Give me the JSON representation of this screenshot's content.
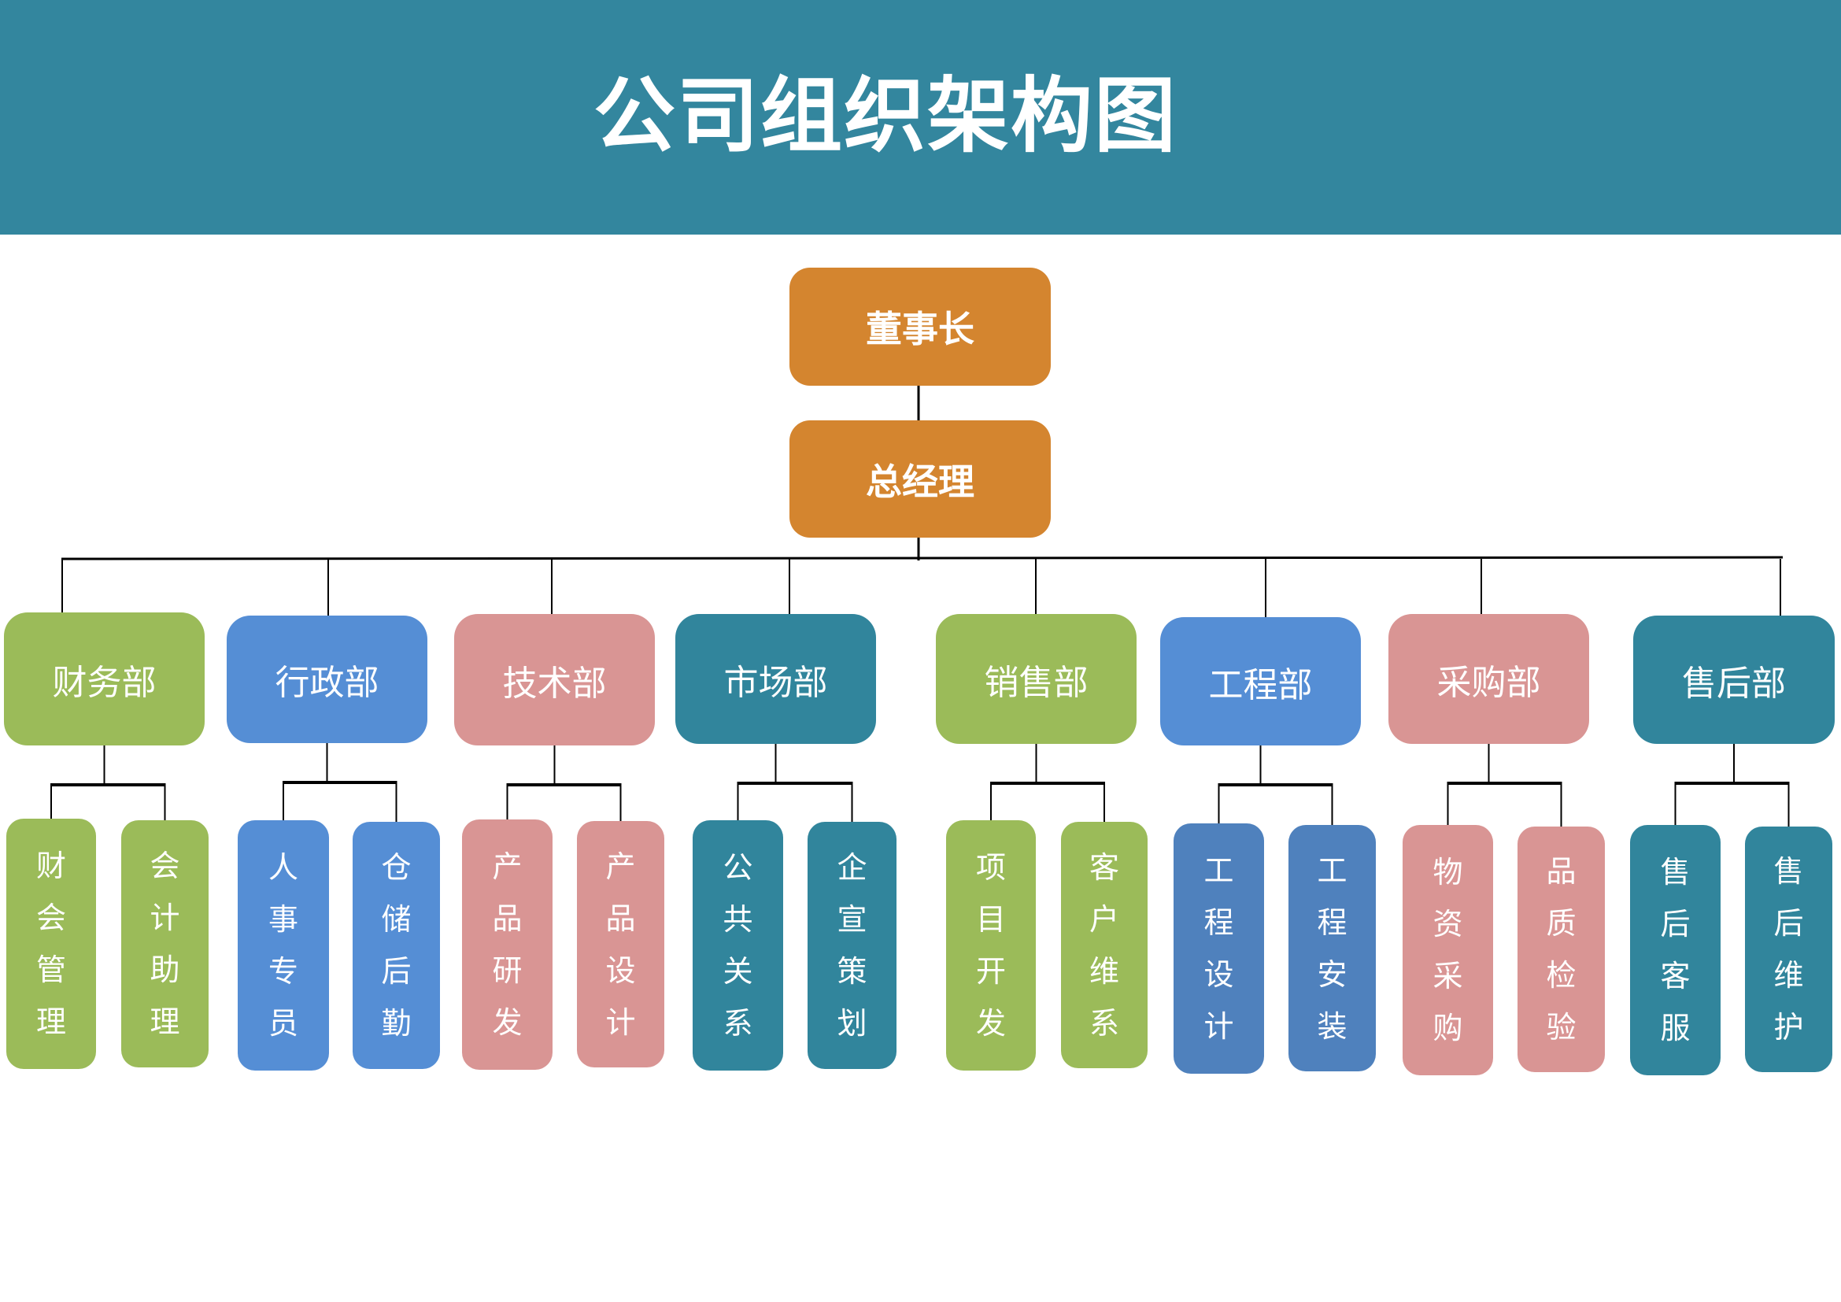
{
  "header": {
    "title": "公司组织架构图",
    "background": "#33869e"
  },
  "executives": [
    {
      "label": "董事长",
      "color": "#d4852f"
    },
    {
      "label": "总经理",
      "color": "#d4852f"
    }
  ],
  "departments": [
    {
      "label": "财务部",
      "color": "#9bbb59",
      "subs": [
        {
          "label": "财会管理"
        },
        {
          "label": "会计助理"
        }
      ]
    },
    {
      "label": "行政部",
      "color": "#558ed5",
      "subs": [
        {
          "label": "人事专员"
        },
        {
          "label": "仓储后勤"
        }
      ]
    },
    {
      "label": "技术部",
      "color": "#d99594",
      "subs": [
        {
          "label": "产品研发"
        },
        {
          "label": "产品设计"
        }
      ]
    },
    {
      "label": "市场部",
      "color": "#31859c",
      "subs": [
        {
          "label": "公共关系"
        },
        {
          "label": "企宣策划"
        }
      ]
    },
    {
      "label": "销售部",
      "color": "#9bbb59",
      "subs": [
        {
          "label": "项目开发"
        },
        {
          "label": "客户维系"
        }
      ]
    },
    {
      "label": "工程部",
      "color": "#558ed5",
      "subs": [
        {
          "label": "工程设计"
        },
        {
          "label": "工程安装"
        }
      ]
    },
    {
      "label": "采购部",
      "color": "#d99594",
      "subs": [
        {
          "label": "物资采购"
        },
        {
          "label": "品质检验"
        }
      ]
    },
    {
      "label": "售后部",
      "color": "#31859c",
      "subs": [
        {
          "label": "售后客服"
        },
        {
          "label": "售后维护"
        }
      ]
    }
  ],
  "sub_colors": [
    "#9bbb59",
    "#558ed5",
    "#d99594",
    "#31859c",
    "#9bbb59",
    "#4f81bd",
    "#d99594",
    "#31859c"
  ]
}
